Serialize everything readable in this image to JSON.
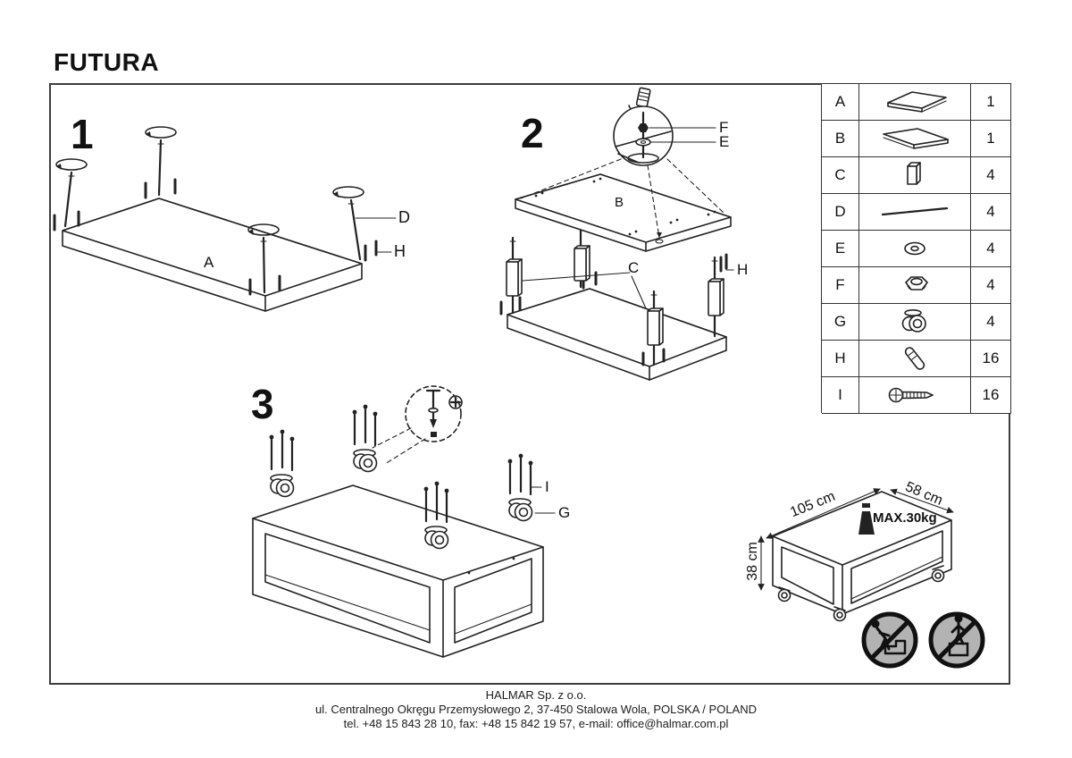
{
  "title": "FUTURA",
  "step1": {
    "number": "1",
    "panel_label": "A",
    "label_d": "D",
    "label_h": "H"
  },
  "step2": {
    "number": "2",
    "panel_label": "B",
    "label_c": "C",
    "label_f": "F",
    "label_e": "E",
    "label_h": "H"
  },
  "step3": {
    "number": "3",
    "label_i": "I",
    "label_g": "G"
  },
  "parts_table": {
    "rows": [
      {
        "letter": "A",
        "icon": "top-panel",
        "qty": "1"
      },
      {
        "letter": "B",
        "icon": "bottom-panel",
        "qty": "1"
      },
      {
        "letter": "C",
        "icon": "spacer-block",
        "qty": "4"
      },
      {
        "letter": "D",
        "icon": "threaded-rod",
        "qty": "4"
      },
      {
        "letter": "E",
        "icon": "washer",
        "qty": "4"
      },
      {
        "letter": "F",
        "icon": "lock-nut",
        "qty": "4"
      },
      {
        "letter": "G",
        "icon": "caster-wheel",
        "qty": "4"
      },
      {
        "letter": "H",
        "icon": "wooden-dowel",
        "qty": "16"
      },
      {
        "letter": "I",
        "icon": "screw",
        "qty": "16"
      }
    ]
  },
  "dimensions": {
    "length": "105 cm",
    "depth": "58 cm",
    "height": "38 cm",
    "max_load": "MAX.30kg"
  },
  "footer": {
    "company": "HALMAR Sp. z o.o.",
    "address": "ul. Centralnego Okręgu Przemysłowego 2, 37-450 Stalowa Wola, POLSKA / POLAND",
    "contact": "tel. +48 15 843 28 10, fax: +48 15 842 19 57, e-mail: office@halmar.com.pl"
  },
  "colors": {
    "line": "#222222",
    "warning_fill": "#b3b3b3"
  }
}
